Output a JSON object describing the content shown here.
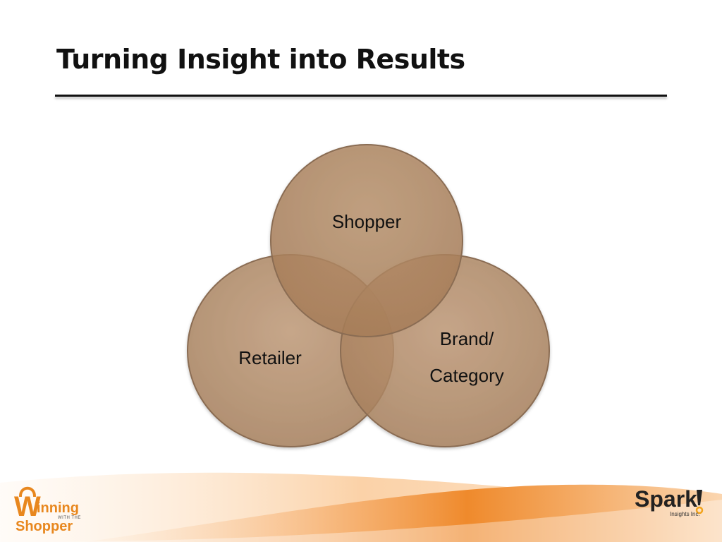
{
  "slide": {
    "title": "Turning Insight into Results"
  },
  "venn": {
    "circles": [
      {
        "id": "shopper",
        "label": "Shopper"
      },
      {
        "id": "retailer",
        "label": "Retailer"
      },
      {
        "id": "brand",
        "label_line1": "Brand/",
        "label_line2": "Category"
      }
    ],
    "colors": {
      "fill": "#a3784f",
      "stroke": "#8a6b50",
      "overlap": "#6b4422"
    }
  },
  "footer": {
    "left_logo": {
      "initial": "W",
      "rest": "inning",
      "middle": "WITH THE",
      "last": "Shopper",
      "color": "#e8871e"
    },
    "right_logo": {
      "word": "Spark",
      "subtitle": "Insights Inc.",
      "accent": "#f2a31b"
    }
  }
}
